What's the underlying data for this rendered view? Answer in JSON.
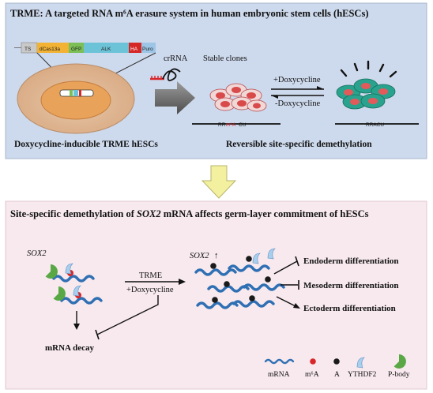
{
  "top": {
    "title": "TRME: A targeted RNA m⁶A erasure system in human embryonic stem cells (hESCs)",
    "construct_segments": [
      "TS",
      "dCas13a",
      "GFP",
      "ALK",
      "HA",
      "Puro"
    ],
    "crrna_label": "crRNA",
    "stable_clones_label": "Stable clones",
    "plus_dox_label": "+Doxycycline",
    "minus_dox_label": "-Doxycycline",
    "methylated_motif": "RRm⁶ACU",
    "demethylated_motif": "RRACU",
    "left_caption": "Doxycycline-inducible TRME hESCs",
    "right_caption": "Reversible site-specific demethylation"
  },
  "bottom": {
    "title_pre": "Site-specific demethylation of ",
    "title_gene": "SOX2",
    "title_post": " mRNA affects germ-layer commitment of hESCs",
    "gene_label": "SOX2",
    "gene_label_up": "SOX2",
    "up_arrow": "↑",
    "treatment_line1": "TRME",
    "treatment_line2": "+Doxycycline",
    "decay_label": "mRNA decay",
    "outcomes": [
      "Endoderm differentiation",
      "Mesoderm differentiation",
      "Ectoderm differentiation"
    ],
    "legend": [
      "mRNA",
      "m⁶A",
      "A",
      "YTHDF2",
      "P-body"
    ]
  },
  "colors": {
    "top_panel": "#cdd9ec",
    "bottom_panel": "#f7e9ee",
    "mrna": "#2f6fb3",
    "m6a": "#d8262a",
    "a_dot": "#1a1a1a",
    "ythdf2": "#a9cfee",
    "pbody": "#5aa845",
    "teal_cell": "#2aa38e",
    "pink_cell": "#e25a5a",
    "down_arrow": "#f3f0a0"
  }
}
